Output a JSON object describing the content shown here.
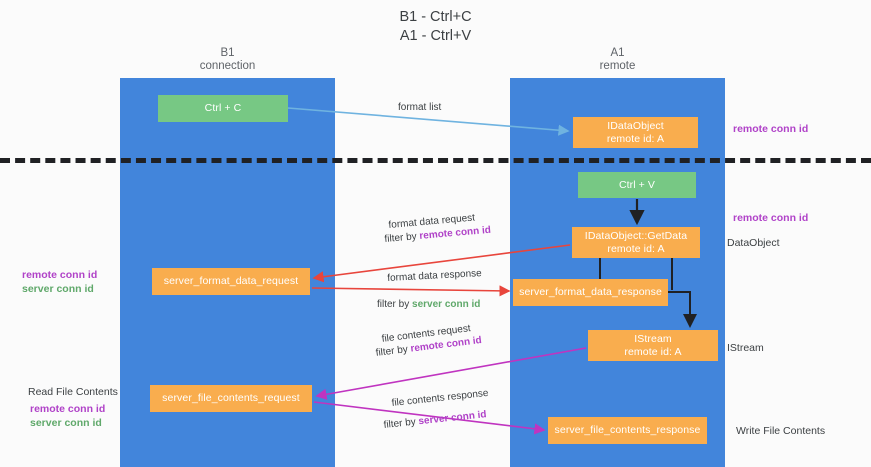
{
  "title": "B1 - Ctrl+C\nA1 - Ctrl+V",
  "columns": {
    "left": "B1\nconnection",
    "right": "A1\nremote"
  },
  "colors": {
    "lane": "#4285db",
    "green_node": "#77c884",
    "orange_node": "#f9ad4e",
    "remote_conn_id": "#b042c8",
    "server_conn_id": "#5fa86a",
    "divider": "#202124"
  },
  "nodes": {
    "ctrl_c": {
      "line1": "Ctrl + C",
      "line2": ""
    },
    "idataobject": {
      "line1": "IDataObject",
      "line2": "remote id: A"
    },
    "ctrl_v": {
      "line1": "Ctrl + V",
      "line2": ""
    },
    "getdata": {
      "line1": "IDataObject::GetData",
      "line2": "remote id: A"
    },
    "server_format_data_request": {
      "line1": "server_format_data_request",
      "line2": ""
    },
    "server_format_data_response": {
      "line1": "server_format_data_response",
      "line2": ""
    },
    "istream": {
      "line1": "IStream",
      "line2": "remote id: A"
    },
    "server_file_contents_request": {
      "line1": "server_file_contents_request",
      "line2": ""
    },
    "server_file_contents_response": {
      "line1": "server_file_contents_response",
      "line2": ""
    }
  },
  "annotations": {
    "remote_conn_id": "remote conn id",
    "server_conn_id": "server conn id",
    "data_object": "DataObject",
    "istream": "IStream",
    "read_file_contents": "Read File Contents",
    "write_file_contents": "Write File Contents"
  },
  "edges": {
    "format_list": "format list",
    "format_data_request": "format data request",
    "format_data_request_filter_prefix": "filter by ",
    "format_data_request_filter_value": "remote conn id",
    "format_data_response": "format data response",
    "format_data_response_filter_prefix": "filter by ",
    "format_data_response_filter_value": "server conn id",
    "file_contents_request": "file contents request",
    "file_contents_request_filter_prefix": "filter by ",
    "file_contents_request_filter_value": "remote conn id",
    "file_contents_response": "file contents response",
    "file_contents_response_filter_prefix": "filter by ",
    "file_contents_response_filter_value": "server conn id"
  }
}
